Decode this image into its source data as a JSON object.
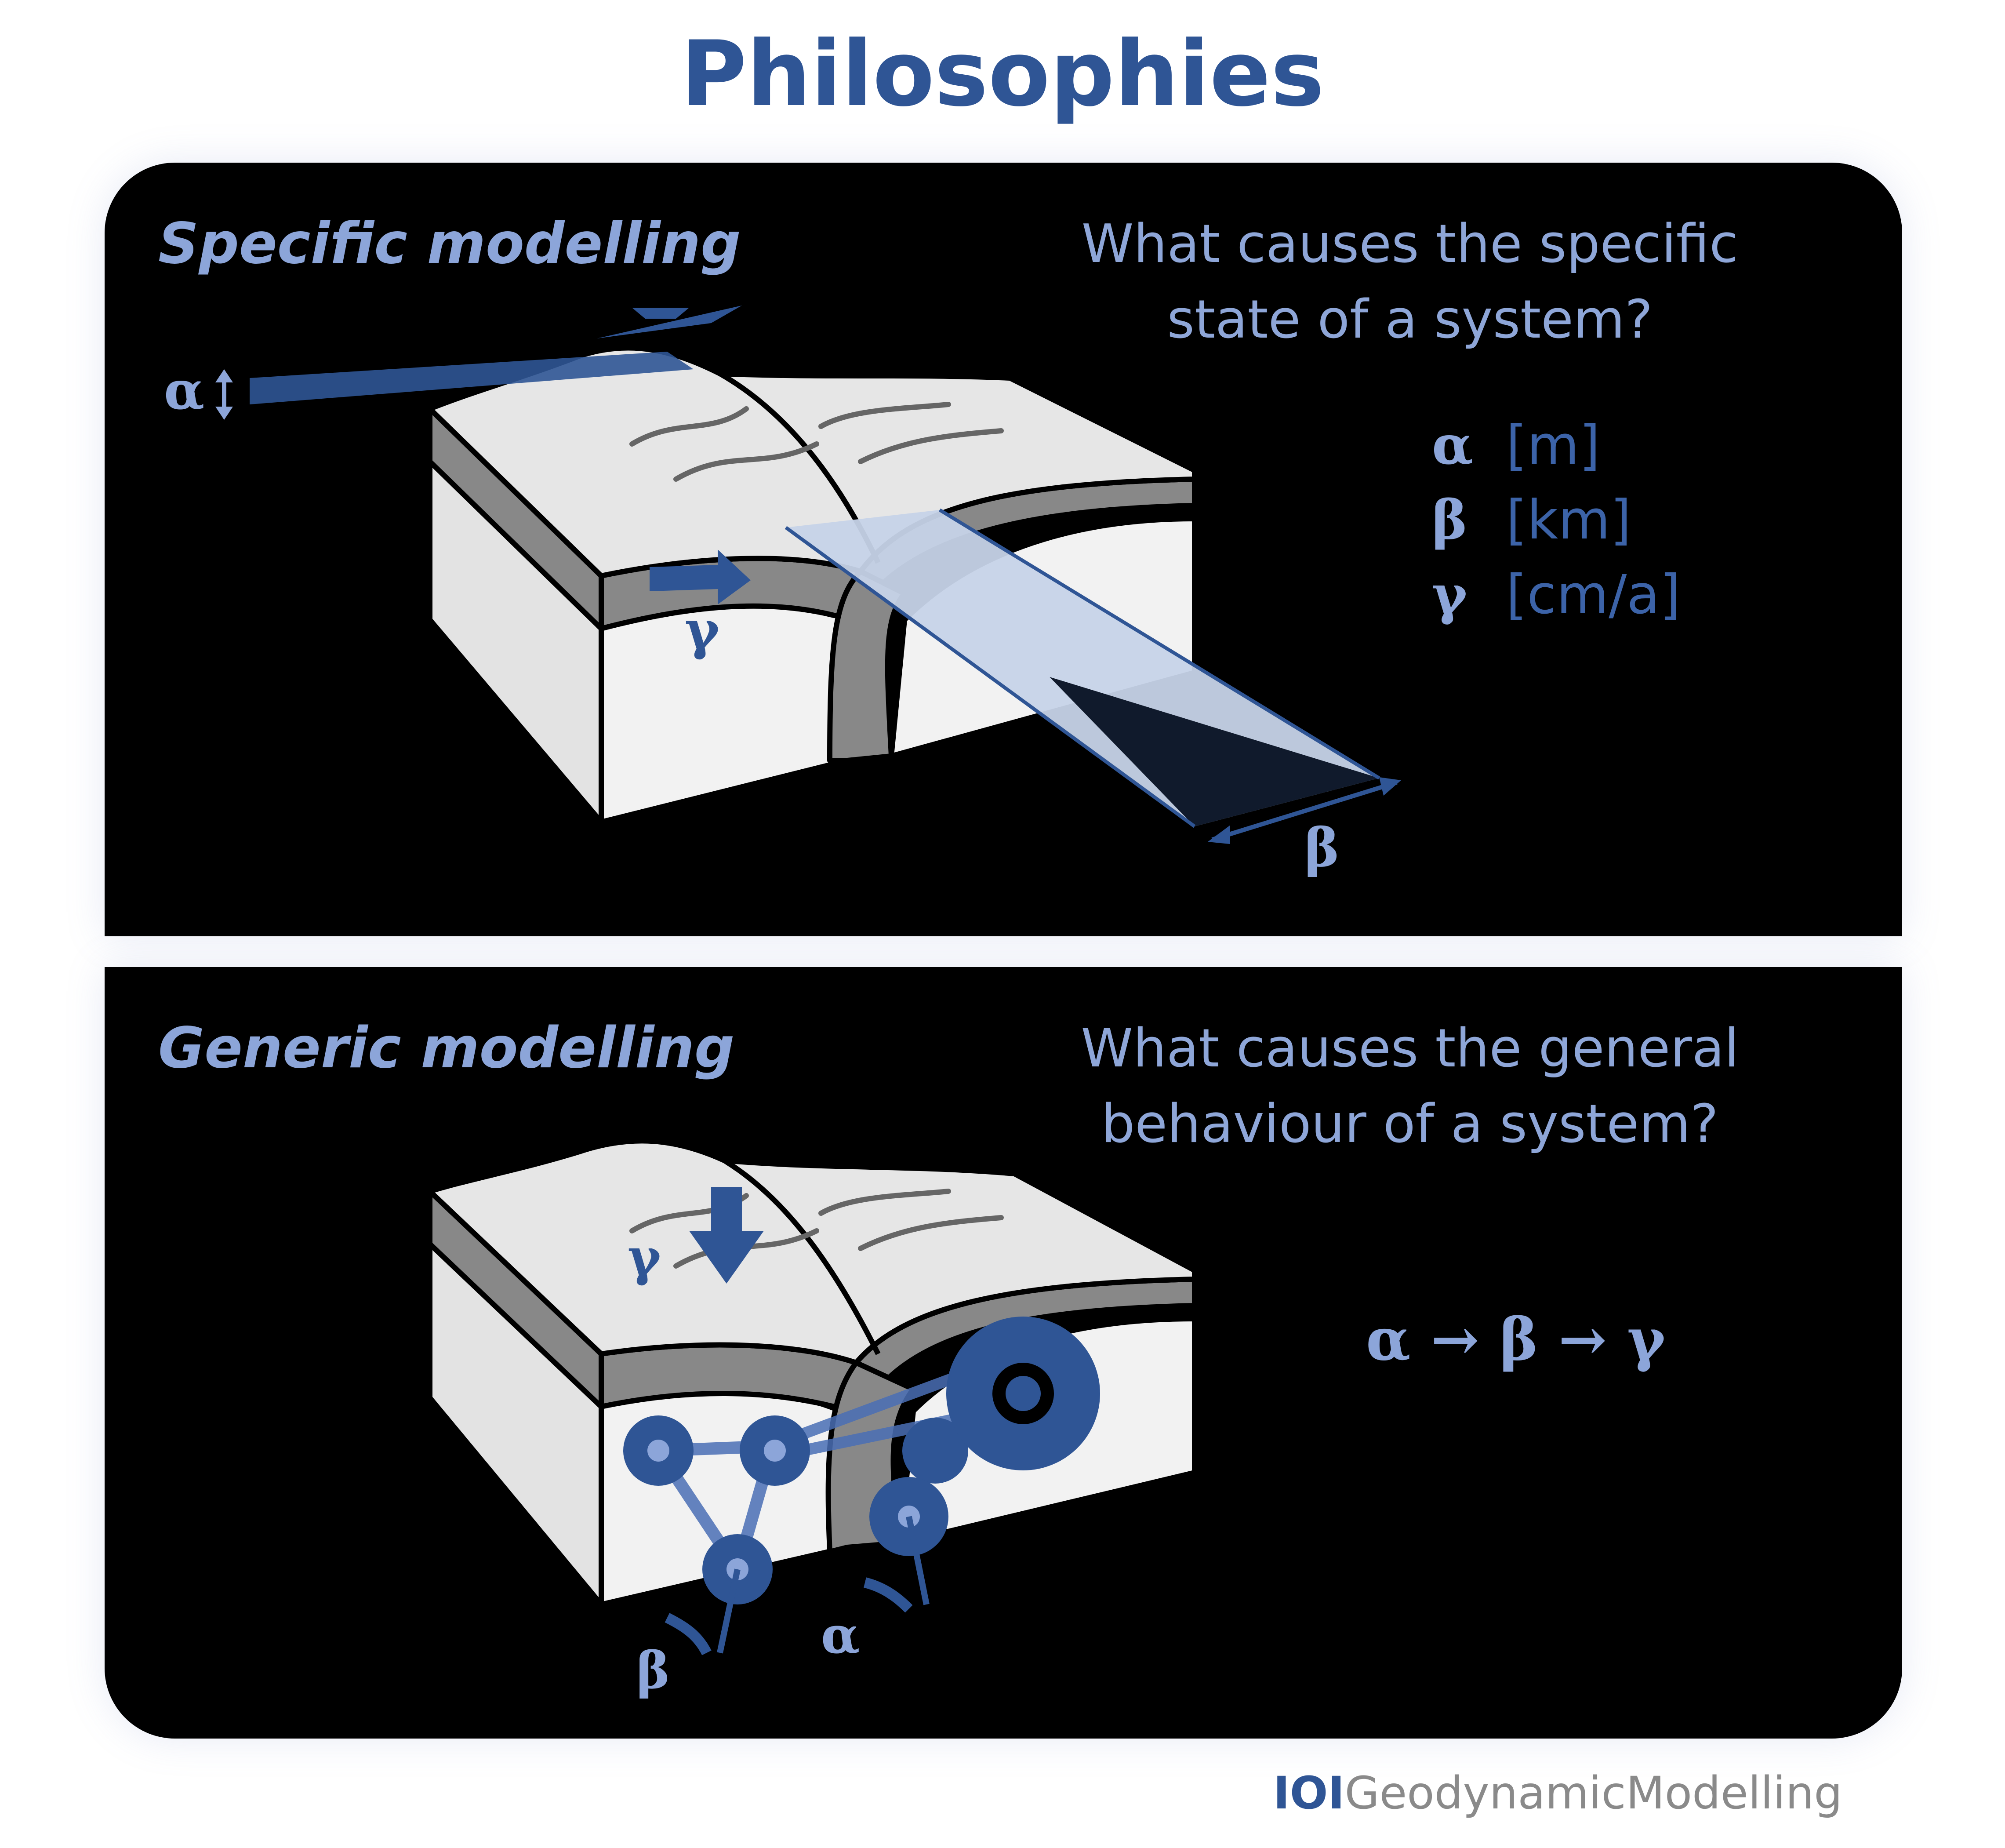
{
  "title": "Philosophies",
  "specific": {
    "heading": "Specific modelling",
    "question_line1": "What causes the specific",
    "question_line2": "state of a system?",
    "params": [
      {
        "symbol": "α",
        "unit": "[m]"
      },
      {
        "symbol": "β",
        "unit": "[km]"
      },
      {
        "symbol": "γ",
        "unit": "[cm/a]"
      }
    ],
    "labels": {
      "alpha": "α",
      "beta": "β",
      "gamma": "γ"
    }
  },
  "generic": {
    "heading": "Generic modelling",
    "question_line1": "What causes the general",
    "question_line2": "behaviour of a system?",
    "chain": "α → β → γ",
    "labels": {
      "alpha": "α",
      "beta": "β",
      "gamma": "γ"
    }
  },
  "brand": {
    "mark": "IOI",
    "text": "GeodynamicModelling"
  },
  "colors": {
    "accent": "#2f5595",
    "light_accent": "#8ca5d9",
    "panel": "#000000",
    "block_face": "#f2f2f2",
    "block_side": "#e3e3e3",
    "plate_layer": "#888888"
  }
}
